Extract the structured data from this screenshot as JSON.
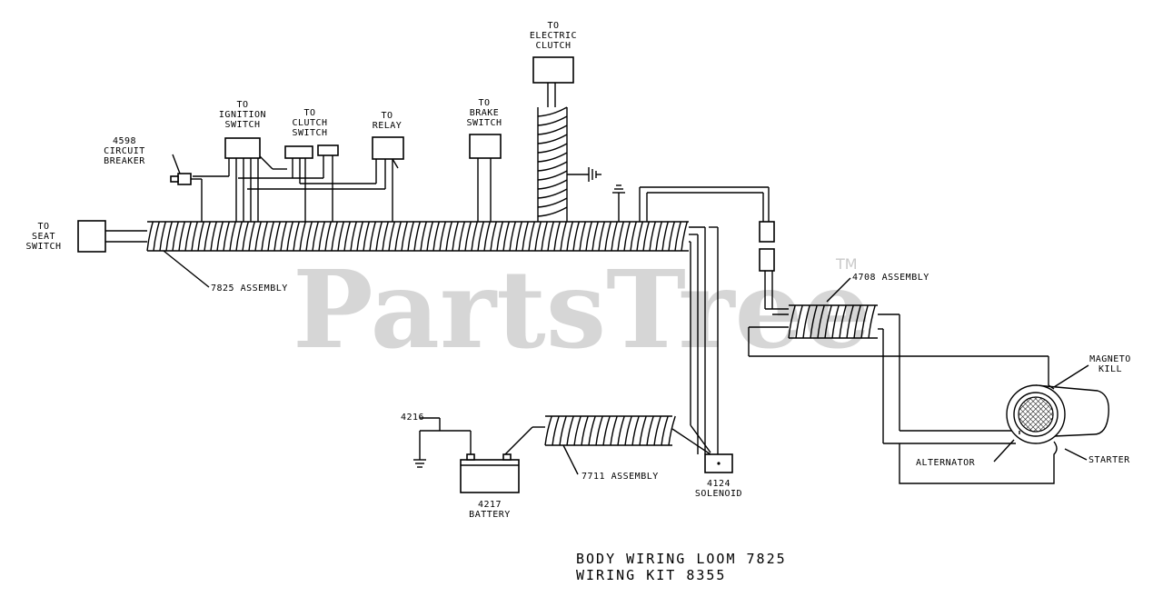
{
  "labels": {
    "to_electric_clutch_1": "TO",
    "to_electric_clutch_2": "ELECTRIC",
    "to_electric_clutch_3": "CLUTCH",
    "to_ignition_1": "TO",
    "to_ignition_2": "IGNITION",
    "to_ignition_3": "SWITCH",
    "to_clutch_1": "TO",
    "to_clutch_2": "CLUTCH",
    "to_clutch_3": "SWITCH",
    "to_relay_1": "TO",
    "to_relay_2": "RELAY",
    "to_brake_1": "TO",
    "to_brake_2": "BRAKE",
    "to_brake_3": "SWITCH",
    "breaker_1": "4598",
    "breaker_2": "CIRCUIT",
    "breaker_3": "BREAKER",
    "seat_1": "TO",
    "seat_2": "SEAT",
    "seat_3": "SWITCH",
    "assembly_7825": "7825 ASSEMBLY",
    "assembly_4708": "4708 ASSEMBLY",
    "magneto_1": "MAGNETO",
    "magneto_2": "KILL",
    "alternator": "ALTERNATOR",
    "starter": "STARTER",
    "ground_4216": "4216",
    "battery_1": "4217",
    "battery_2": "BATTERY",
    "assembly_7711": "7711 ASSEMBLY",
    "solenoid_1": "4124",
    "solenoid_2": "SOLENOID"
  },
  "title": {
    "line1": "BODY WIRING LOOM 7825",
    "line2": "WIRING KIT 8355"
  },
  "watermark": {
    "text": "PartsTree",
    "tm": "TM"
  }
}
